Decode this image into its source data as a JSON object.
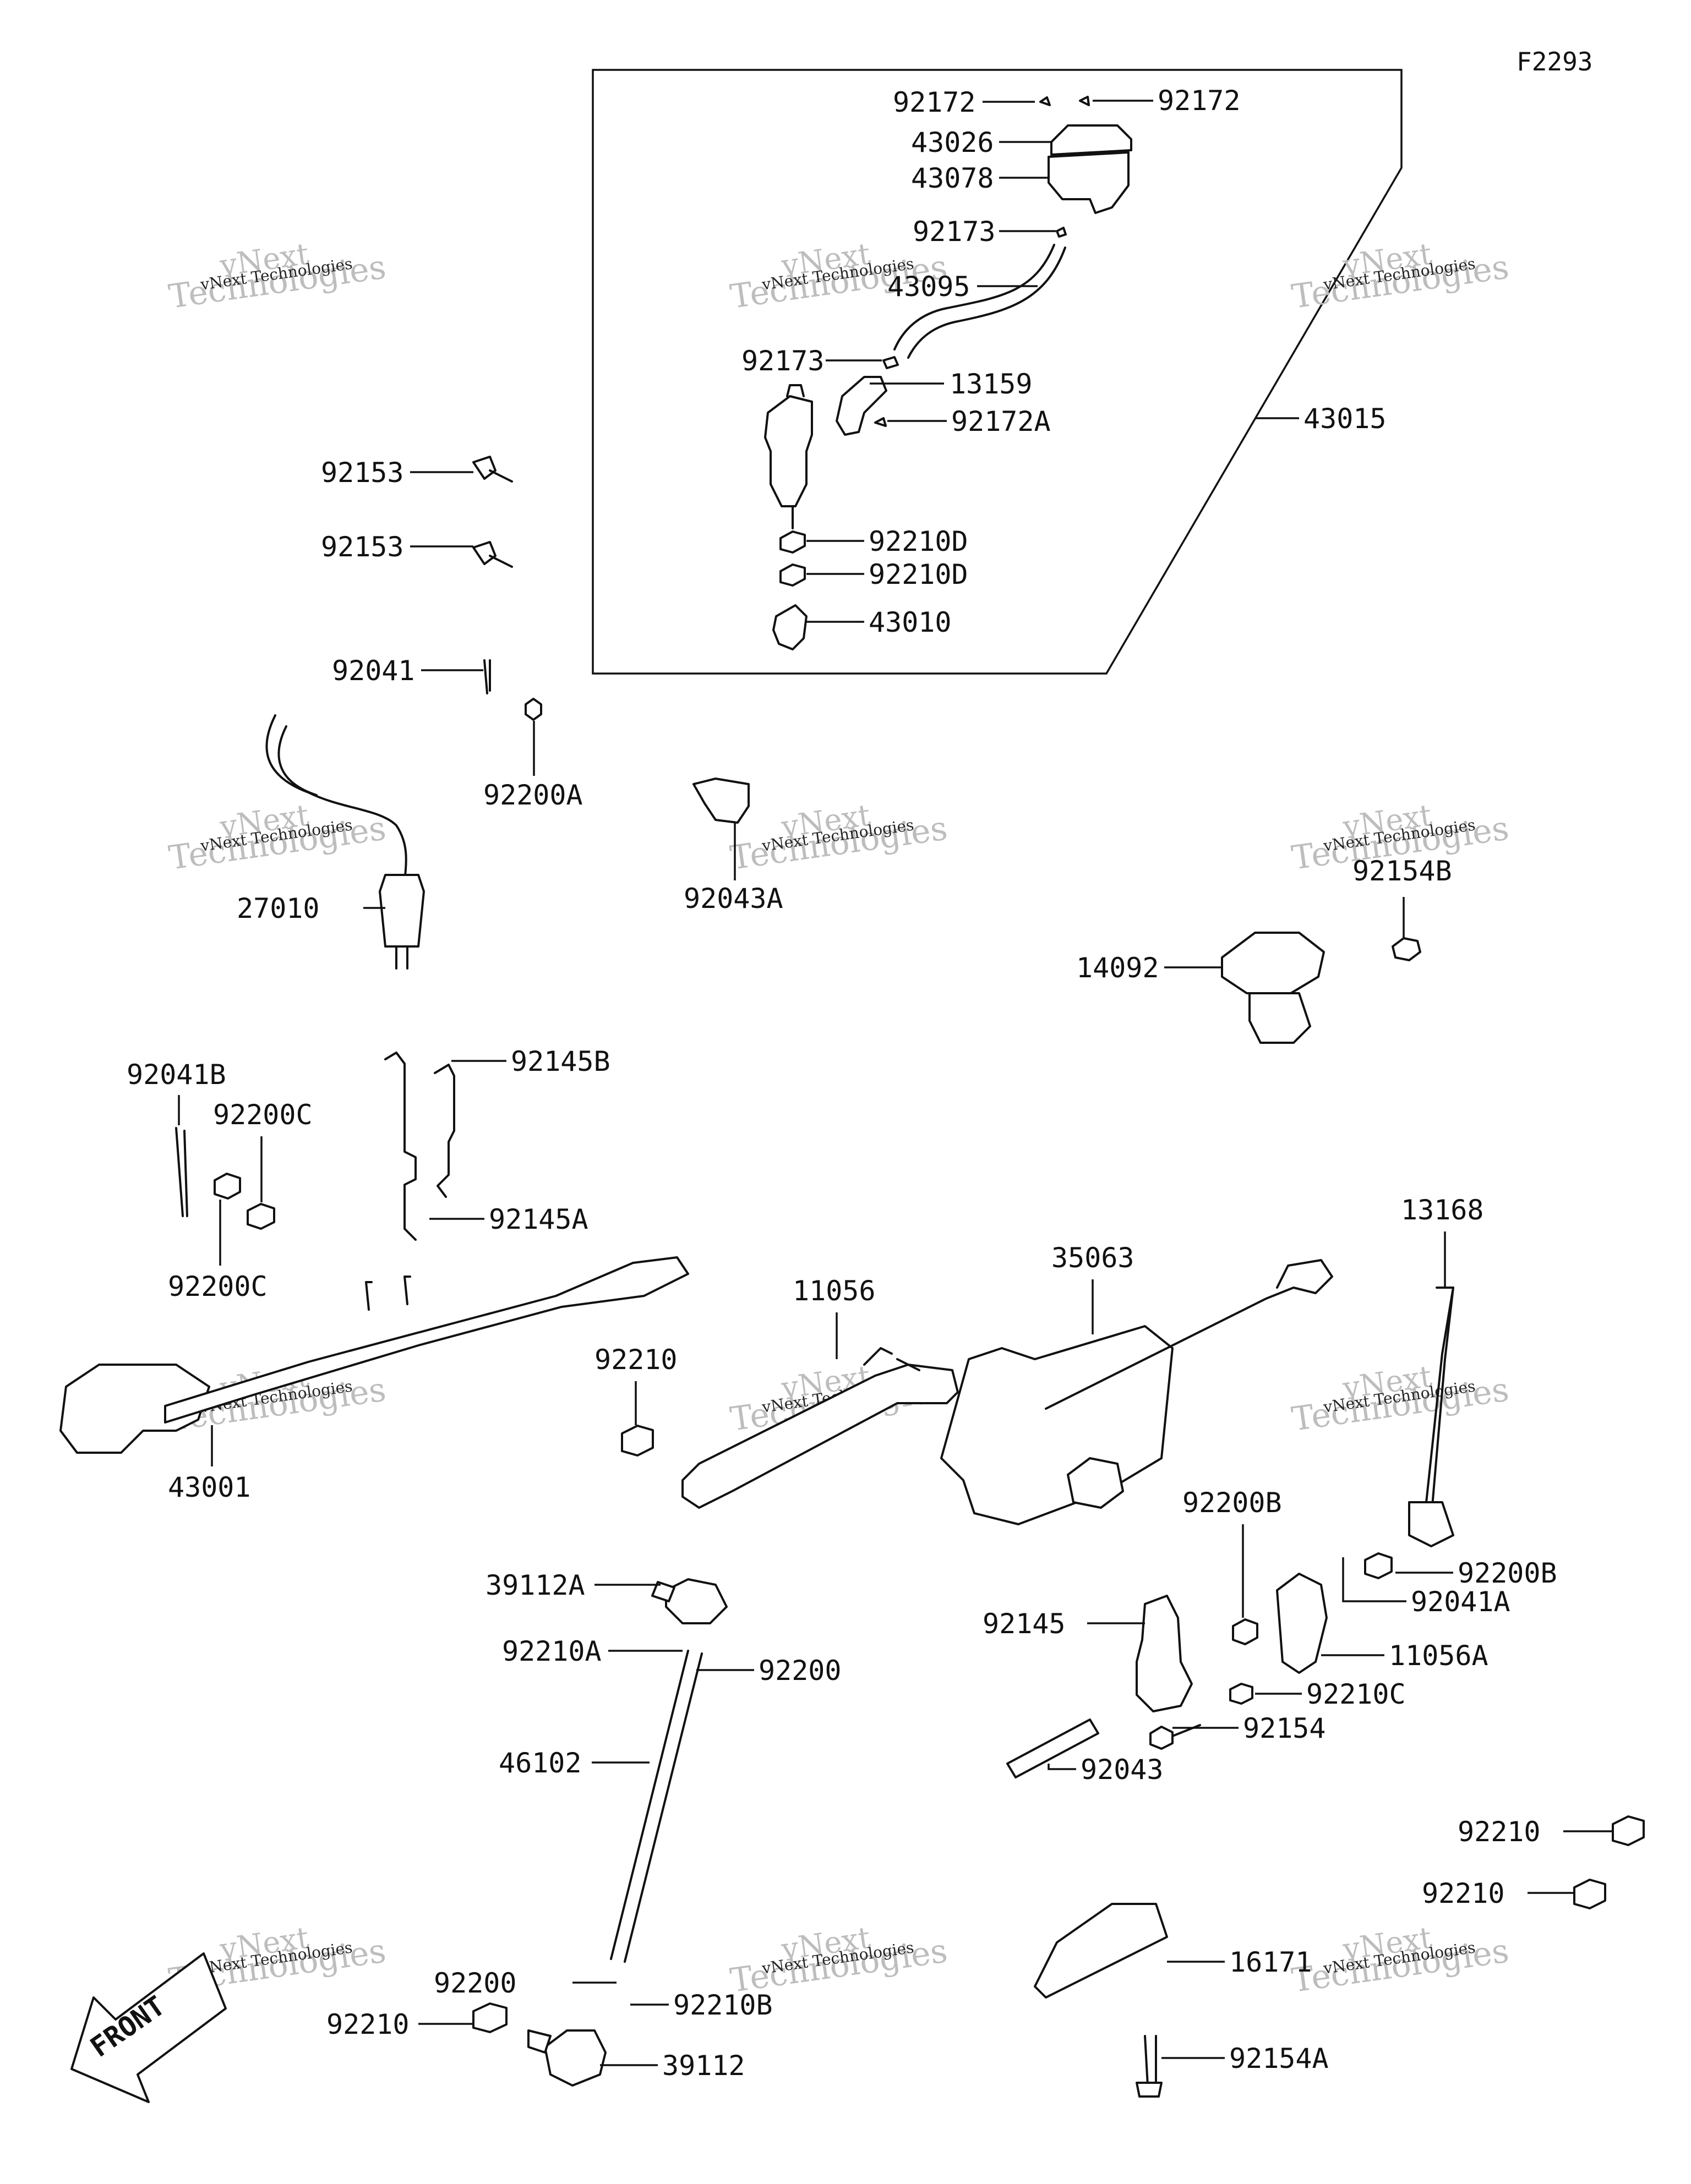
{
  "diagram_code": "F2293",
  "watermark": {
    "line1": "vNext",
    "line2": "Technologies",
    "small": "vNext Technologies"
  },
  "front_marker": "FRONT",
  "parts": [
    {
      "id": "p92172a",
      "number": "92172"
    },
    {
      "id": "p92172b",
      "number": "92172"
    },
    {
      "id": "p43026",
      "number": "43026"
    },
    {
      "id": "p43078",
      "number": "43078"
    },
    {
      "id": "p92173a",
      "number": "92173"
    },
    {
      "id": "p43095",
      "number": "43095"
    },
    {
      "id": "p92173b",
      "number": "92173"
    },
    {
      "id": "p13159",
      "number": "13159"
    },
    {
      "id": "p92172A",
      "number": "92172A"
    },
    {
      "id": "p43015",
      "number": "43015"
    },
    {
      "id": "p92210Da",
      "number": "92210D"
    },
    {
      "id": "p92210Db",
      "number": "92210D"
    },
    {
      "id": "p43010",
      "number": "43010"
    },
    {
      "id": "p92153a",
      "number": "92153"
    },
    {
      "id": "p92153b",
      "number": "92153"
    },
    {
      "id": "p92041",
      "number": "92041"
    },
    {
      "id": "p92200A",
      "number": "92200A"
    },
    {
      "id": "p27010",
      "number": "27010"
    },
    {
      "id": "p92043A",
      "number": "92043A"
    },
    {
      "id": "p92154B",
      "number": "92154B"
    },
    {
      "id": "p14092",
      "number": "14092"
    },
    {
      "id": "p92041B",
      "number": "92041B"
    },
    {
      "id": "p92200Ca",
      "number": "92200C"
    },
    {
      "id": "p92145B",
      "number": "92145B"
    },
    {
      "id": "p92145A",
      "number": "92145A"
    },
    {
      "id": "p92200Cb",
      "number": "92200C"
    },
    {
      "id": "p43001",
      "number": "43001"
    },
    {
      "id": "p92210a",
      "number": "92210"
    },
    {
      "id": "p11056",
      "number": "11056"
    },
    {
      "id": "p35063",
      "number": "35063"
    },
    {
      "id": "p13168",
      "number": "13168"
    },
    {
      "id": "p39112A",
      "number": "39112A"
    },
    {
      "id": "p92210A",
      "number": "92210A"
    },
    {
      "id": "p92200a",
      "number": "92200"
    },
    {
      "id": "p46102",
      "number": "46102"
    },
    {
      "id": "p92200B1",
      "number": "92200B"
    },
    {
      "id": "p92200B2",
      "number": "92200B"
    },
    {
      "id": "p92041A",
      "number": "92041A"
    },
    {
      "id": "p92145",
      "number": "92145"
    },
    {
      "id": "p11056A",
      "number": "11056A"
    },
    {
      "id": "p92210C",
      "number": "92210C"
    },
    {
      "id": "p92154",
      "number": "92154"
    },
    {
      "id": "p92043",
      "number": "92043"
    },
    {
      "id": "p92210b",
      "number": "92210"
    },
    {
      "id": "p92210c",
      "number": "92210"
    },
    {
      "id": "p16171",
      "number": "16171"
    },
    {
      "id": "p92200b",
      "number": "92200"
    },
    {
      "id": "p92210B",
      "number": "92210B"
    },
    {
      "id": "p92210d",
      "number": "92210"
    },
    {
      "id": "p39112",
      "number": "39112"
    },
    {
      "id": "p92154A",
      "number": "92154A"
    }
  ]
}
